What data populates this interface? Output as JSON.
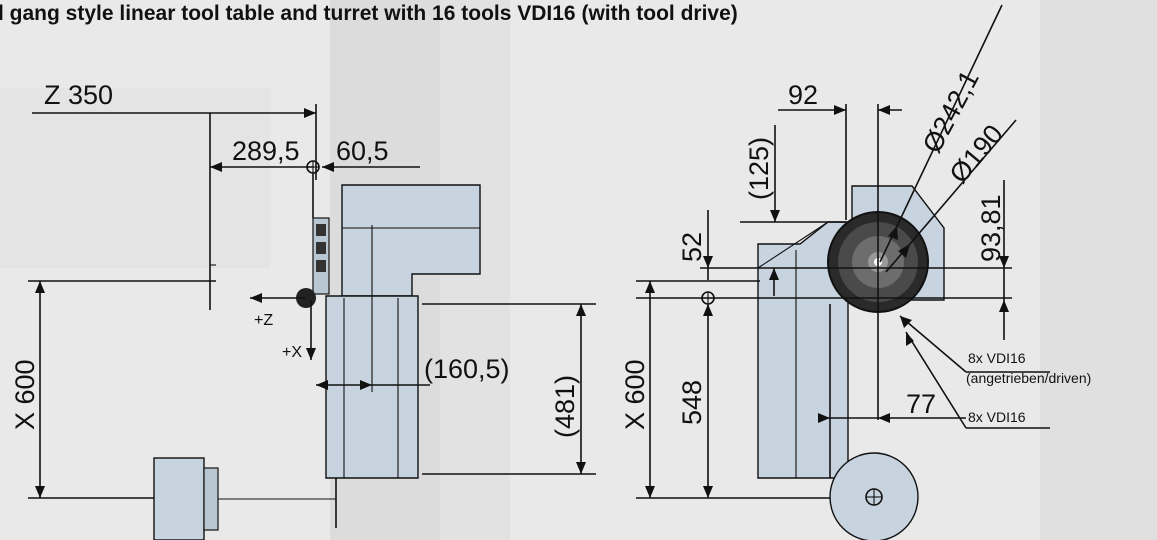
{
  "header": {
    "title": "l gang style linear tool table and turret with 16 tools VDI16 (with tool drive)"
  },
  "left_view": {
    "z_stroke": "Z 350",
    "dim_289": "289,5",
    "dim_60": "60,5",
    "dim_160": "(160,5)",
    "dim_481": "(481)",
    "x_stroke": "X 600",
    "axis_z": "+Z",
    "axis_x": "+X"
  },
  "right_view": {
    "dim_92": "92",
    "dim_125": "(125)",
    "dim_d242": "Ø242,1",
    "dim_d190": "Ø190",
    "dim_52": "52",
    "dim_9381": "93,81",
    "x_stroke": "X 600",
    "dim_548": "548",
    "dim_77": "77",
    "note_driven_1": "8x VDI16",
    "note_driven_2": "(angetrieben/driven)",
    "note_static": "8x VDI16"
  },
  "colors": {
    "part_fill": "#c7d3de",
    "line": "#111111",
    "background": "#ececec"
  }
}
